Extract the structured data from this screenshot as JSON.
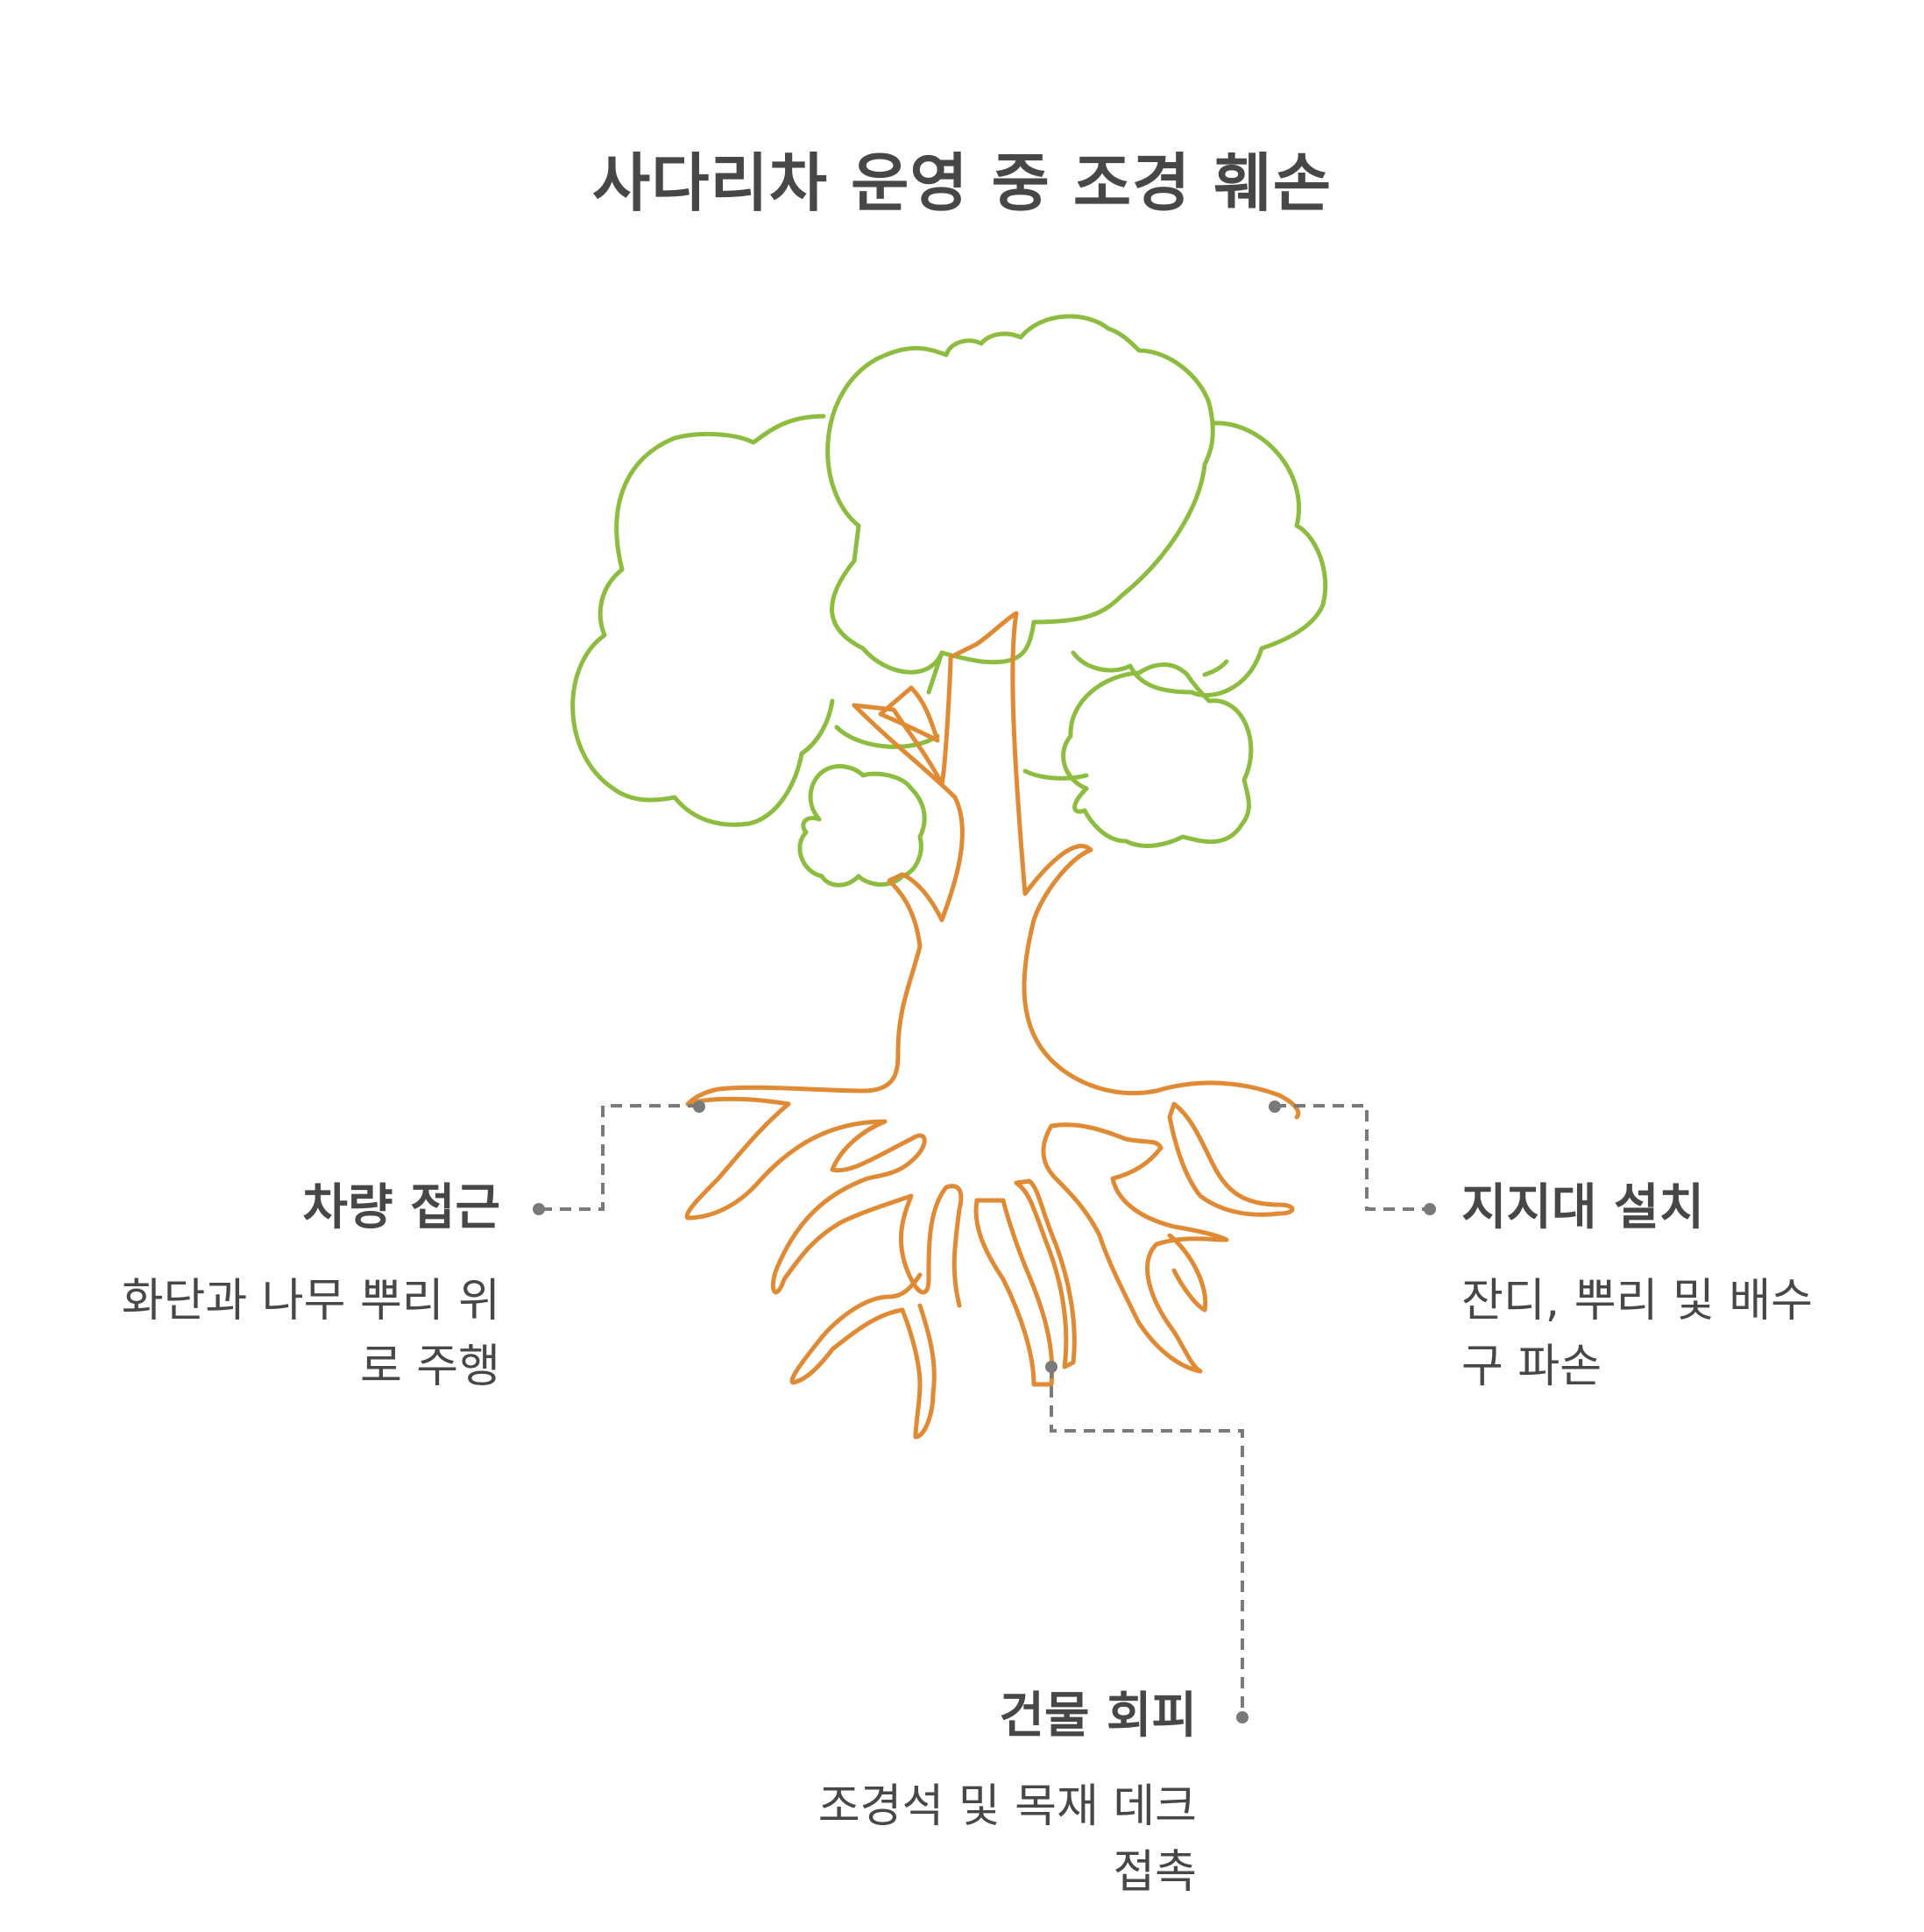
{
  "title": "사다리차 운영 중 조경 훼손",
  "colors": {
    "canopy": "#8cbd3f",
    "roots": "#e08a34",
    "connector": "#7a7a7a",
    "text": "#474747"
  },
  "labels": {
    "vehicle": {
      "heading": "차량 접근",
      "desc_line1": "화단과 나무 뿌리 위",
      "desc_line2": "로 주행"
    },
    "support": {
      "heading": "지지대 설치",
      "desc_line1": "잔디, 뿌리 및 배수",
      "desc_line2": "구 파손"
    },
    "building": {
      "heading": "건물 회피",
      "desc_line1": "조경석 및 목재 데크",
      "desc_line2": "접촉"
    }
  }
}
